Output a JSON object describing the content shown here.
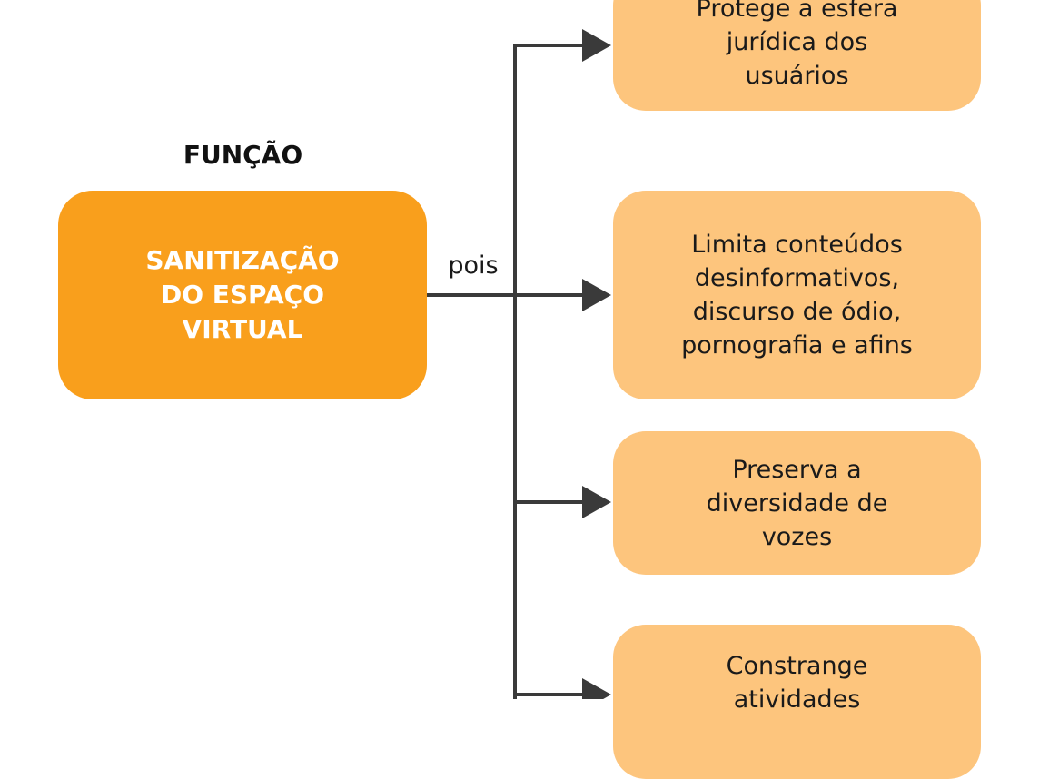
{
  "diagram": {
    "heading": "FUNÇÃO",
    "main_node": {
      "label": "SANITIZAÇÃO\nDO ESPAÇO\nVIRTUAL"
    },
    "connector_label": "pois",
    "results": [
      {
        "label": "Protege a esfera\njurídica dos\nusuários"
      },
      {
        "label": "Limita conteúdos\ndesinformativos,\ndiscurso de ódio,\npornografia e afins"
      },
      {
        "label": "Preserva a\ndiversidade de\nvozes"
      },
      {
        "label": "Constrange\natividades"
      }
    ],
    "colors": {
      "main_node_fill": "#f99f1c",
      "main_node_text": "#ffffff",
      "result_fill": "#fdc57d",
      "connector": "#3a3a3a"
    }
  }
}
